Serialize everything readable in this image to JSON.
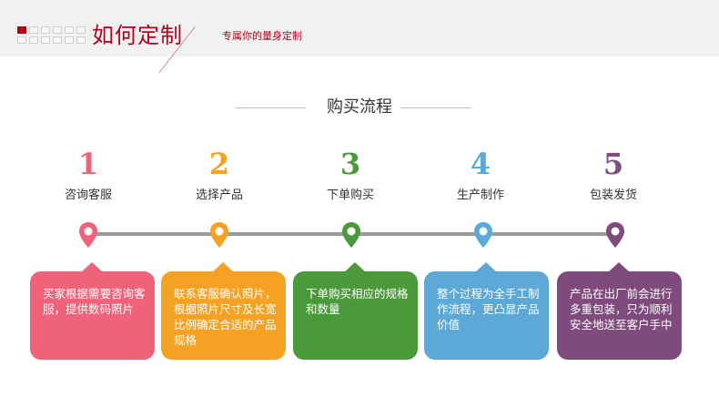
{
  "header": {
    "title": "如何定制",
    "subtitle": "专属你的量身定制"
  },
  "section": {
    "title": "购买流程"
  },
  "colors": {
    "brand": "#b3001b",
    "step1": "#f06279",
    "step2": "#f5a224",
    "step3": "#4a9a3c",
    "step4": "#5ca9d8",
    "step5": "#7f4b7d",
    "timeline": "#9a9a9a"
  },
  "steps": [
    {
      "number": "1",
      "label": "咨询客服",
      "description": "买家根据需要咨询客服，提供数码照片"
    },
    {
      "number": "2",
      "label": "选择产品",
      "description": "联系客服确认照片，根据照片尺寸及长宽比例确定合适的产品规格"
    },
    {
      "number": "3",
      "label": "下单购买",
      "description": "下单购买相应的规格和数量"
    },
    {
      "number": "4",
      "label": "生产制作",
      "description": "整个过程为全手工制作流程，更凸显产品价值"
    },
    {
      "number": "5",
      "label": "包装发货",
      "description": "产品在出厂前会进行多重包装，只为顺利安全地送至客户手中"
    }
  ]
}
